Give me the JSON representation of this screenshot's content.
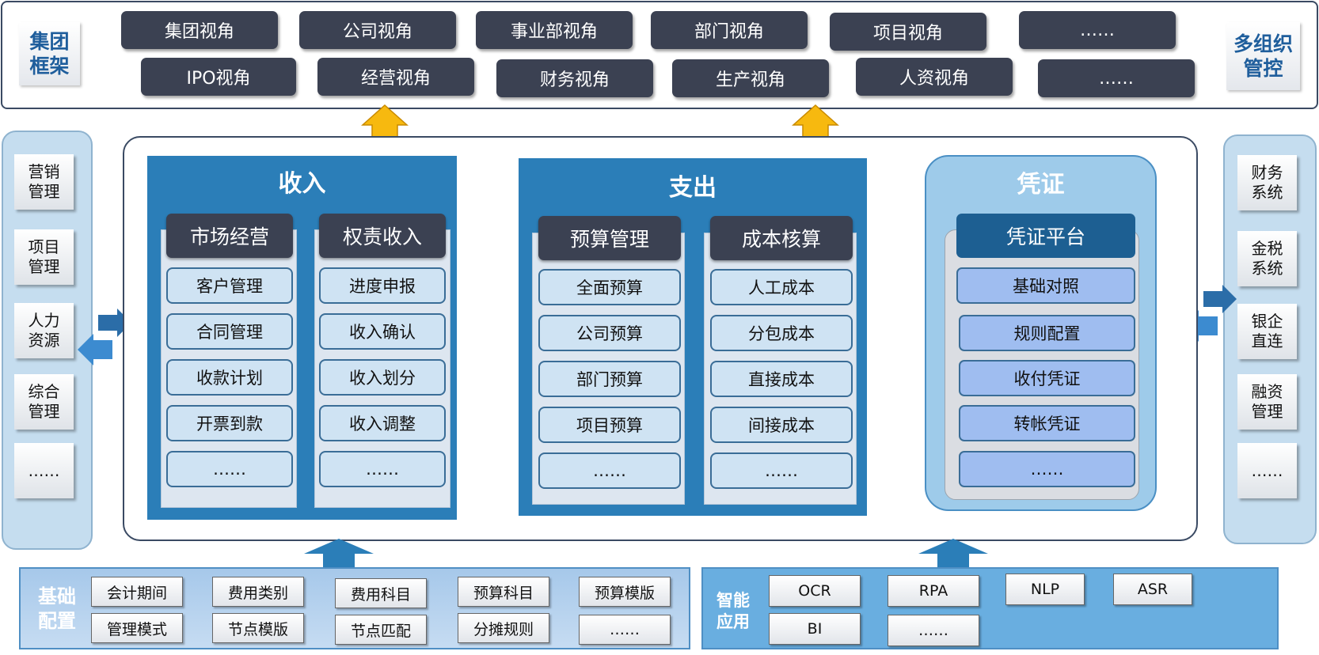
{
  "top": {
    "left_title": "集团\n框架",
    "right_title": "多组织\n管控",
    "row1": [
      "集团视角",
      "公司视角",
      "事业部视角",
      "部门视角",
      "项目视角",
      "……"
    ],
    "row2": [
      "IPO视角",
      "经营视角",
      "财务视角",
      "生产视角",
      "人资视角",
      "……"
    ]
  },
  "left_side": [
    "营销\n管理",
    "项目\n管理",
    "人力\n资源",
    "综合\n管理",
    "……"
  ],
  "right_side": [
    "财务\n系统",
    "金税\n系统",
    "银企\n直连",
    "融资\n管理",
    "……"
  ],
  "income": {
    "title": "收入",
    "columns": [
      {
        "header": "市场经营",
        "items": [
          "客户管理",
          "合同管理",
          "收款计划",
          "开票到款",
          "……"
        ]
      },
      {
        "header": "权责收入",
        "items": [
          "进度申报",
          "收入确认",
          "收入划分",
          "收入调整",
          "……"
        ]
      }
    ]
  },
  "expense": {
    "title": "支出",
    "columns": [
      {
        "header": "预算管理",
        "items": [
          "全面预算",
          "公司预算",
          "部门预算",
          "项目预算",
          "……"
        ]
      },
      {
        "header": "成本核算",
        "items": [
          "人工成本",
          "分包成本",
          "直接成本",
          "间接成本",
          "……"
        ]
      }
    ]
  },
  "voucher": {
    "title": "凭证",
    "header": "凭证平台",
    "items": [
      "基础对照",
      "规则配置",
      "收付凭证",
      "转帐凭证",
      "……"
    ]
  },
  "basic_config": {
    "label": "基础\n配置",
    "row1": [
      "会计期间",
      "费用类别",
      "费用科目",
      "预算科目",
      "预算模版"
    ],
    "row2": [
      "管理模式",
      "节点模版",
      "节点匹配",
      "分摊规则",
      "……"
    ]
  },
  "smart_apps": {
    "label": "智能\n应用",
    "row1": [
      "OCR",
      "RPA",
      "NLP",
      "ASR"
    ],
    "row2": [
      "BI",
      "……"
    ]
  },
  "colors": {
    "dark_pill": "#3b4152",
    "panel_blue": "#2b7eb8",
    "cell_light": "#cfe3f3",
    "voucher_cell": "#9fbdf0",
    "arrow_yellow": "#f7b90f",
    "arrow_blue": "#2b7eb8"
  }
}
